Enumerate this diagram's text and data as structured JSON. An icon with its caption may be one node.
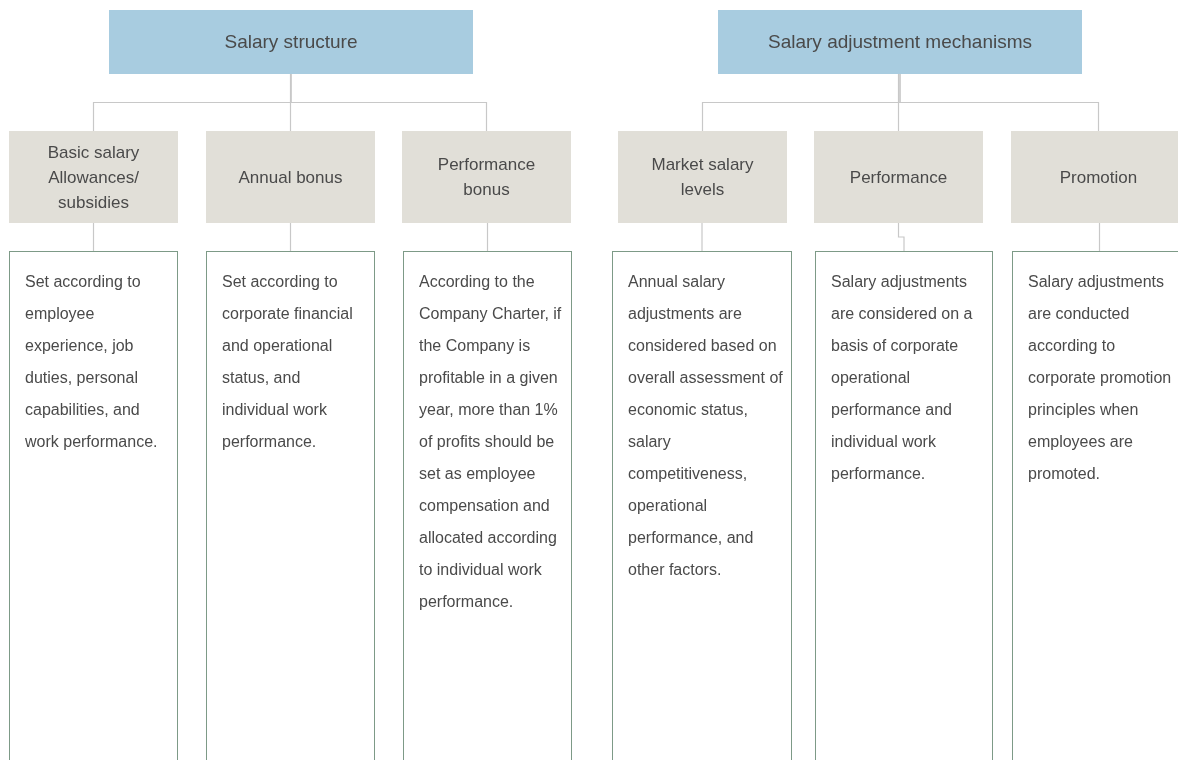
{
  "diagram": {
    "nodes": [
      {
        "text": [
          "Salary structure"
        ]
      },
      {
        "text": [
          "Basic salary Allowances/ subsidies"
        ]
      },
      {
        "text": [
          "Annual bonus"
        ]
      },
      {
        "text": [
          "Performance bonus"
        ]
      },
      {
        "text": [
          "Set according to employee experience, job duties, personal capabilities, and work performance."
        ]
      },
      {
        "text": [
          "Set according to corporate financial and operational status, and individual work performance."
        ]
      },
      {
        "text": [
          "According to the Company Charter, if the Company is profitable in a given year, more than 1% of profits should be set as employee compensation and allocated according to individual work performance."
        ]
      },
      {
        "text": [
          "Salary adjustment mechanisms"
        ]
      },
      {
        "text": [
          "Market salary levels"
        ]
      },
      {
        "text": [
          "Performance"
        ]
      },
      {
        "text": [
          "Promotion"
        ]
      },
      {
        "text": [
          "Annual salary adjustments are considered based on overall assessment of economic status, salary competitiveness, operational performance, and other factors."
        ]
      },
      {
        "text": [
          "Salary adjustments are considered on a basis of corporate operational performance and individual work performance."
        ]
      },
      {
        "text": [
          "Salary adjustments are conducted according to corporate promotion principles when employees are promoted."
        ]
      }
    ],
    "edges": [
      {
        "from": 0,
        "to": 1,
        "arrow": "none"
      },
      {
        "from": 0,
        "to": 2,
        "arrow": "none"
      },
      {
        "from": 0,
        "to": 3,
        "arrow": "none"
      },
      {
        "from": 1,
        "to": 4,
        "arrow": "none"
      },
      {
        "from": 2,
        "to": 5,
        "arrow": "none"
      },
      {
        "from": 3,
        "to": 6,
        "arrow": "none"
      },
      {
        "from": 7,
        "to": 8,
        "arrow": "none"
      },
      {
        "from": 7,
        "to": 9,
        "arrow": "none"
      },
      {
        "from": 7,
        "to": 10,
        "arrow": "none"
      },
      {
        "from": 8,
        "to": 11,
        "arrow": "none"
      },
      {
        "from": 9,
        "to": 12,
        "arrow": "none"
      },
      {
        "from": 10,
        "to": 13,
        "arrow": "none"
      }
    ]
  }
}
